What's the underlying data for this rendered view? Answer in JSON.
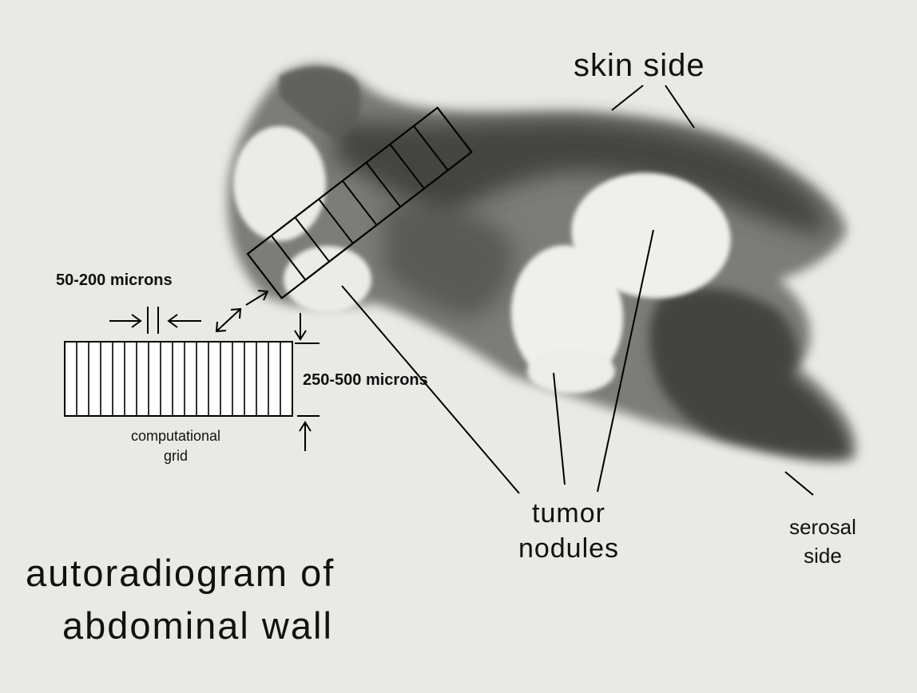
{
  "labels": {
    "skin_side": "skin side",
    "microns_width": "50-200 microns",
    "microns_depth": "250-500 microns",
    "grid_line1": "computational",
    "grid_line2": "grid",
    "tumor_line1": "tumor",
    "tumor_line2": "nodules",
    "serosal_line1": "serosal",
    "serosal_line2": "side",
    "title_line1": "autoradiogram of",
    "title_line2": "abdominal wall"
  },
  "colors": {
    "background": "#e9e9e6",
    "tissue_dark": "#3a3a38",
    "tissue_mid": "#6e6e6b",
    "nodule": "#efefec",
    "ink": "#111111"
  },
  "grid": {
    "columns": 19
  },
  "tilted_grid": {
    "cells": 8
  }
}
